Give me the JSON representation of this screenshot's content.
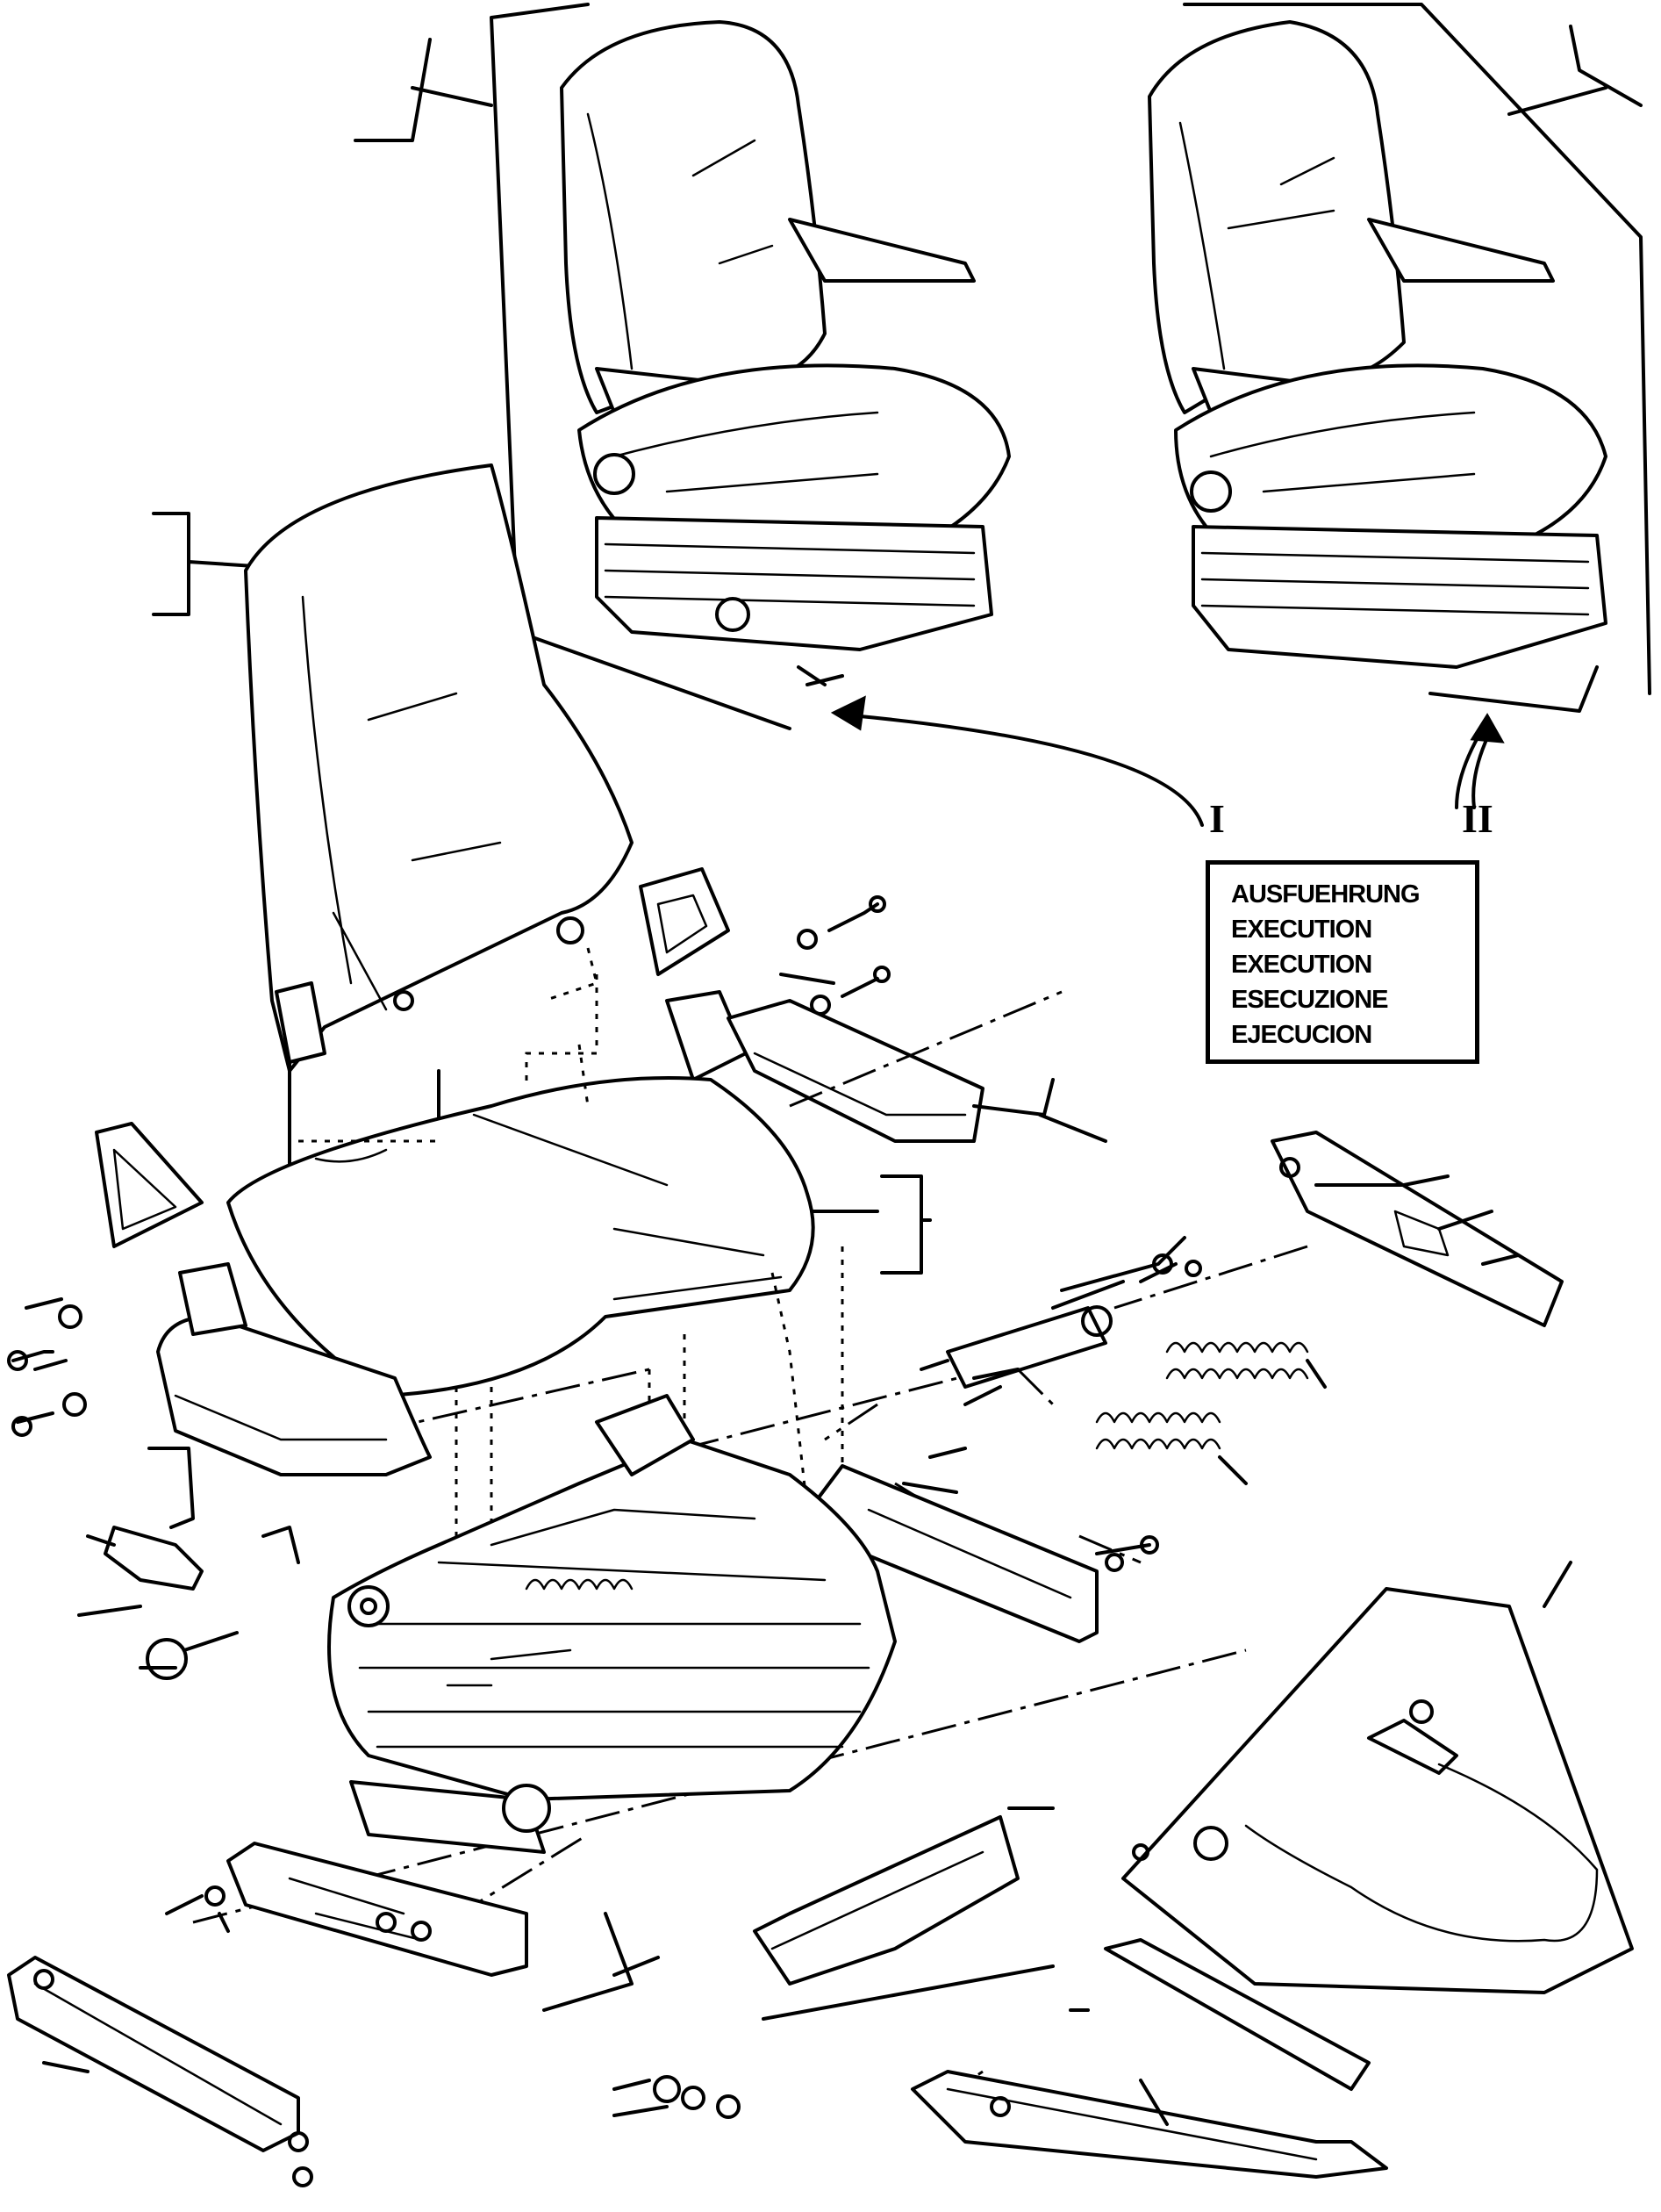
{
  "legend": {
    "lines": [
      "AUSFUEHRUNG",
      "EXECUTION",
      "EXECUTION",
      "ESECUZIONE",
      "EJECUCION"
    ]
  },
  "variants": {
    "one": "I",
    "two": "II"
  }
}
